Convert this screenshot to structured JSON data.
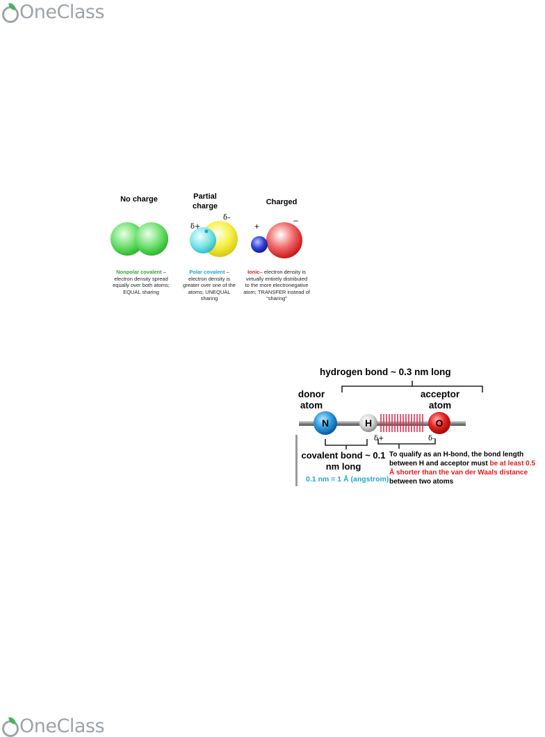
{
  "header": {
    "logo_text": "OneClass"
  },
  "footer": {
    "logo_text": "OneClass"
  },
  "figure_charge": {
    "columns": [
      {
        "title": "No charge",
        "term": "Nonpolar covalent",
        "desc": " – electron density spread equally over both atoms; EQUAL sharing"
      },
      {
        "title": "Partial charge",
        "term": "Polar covalent",
        "desc": " – electron density is greater over one of the atoms; UNEQUAL sharing",
        "delta_plus": "δ+",
        "delta_minus": "δ–"
      },
      {
        "title": "Charged",
        "term": "Ionic",
        "desc": "– electron density is virtually entirely distributed to the more electronegative atom; TRANSFER instead of “sharing”",
        "plus": "+",
        "minus": "–"
      }
    ],
    "colors": {
      "green": "#2ea82e",
      "cyan": "#1fa0d8",
      "yellow": "#f4ef2a",
      "red": "#d42020",
      "blue": "#2430c8"
    }
  },
  "figure_hbond": {
    "title": "hydrogen bond ~ 0.3 nm long",
    "donor_label": "donor atom",
    "acceptor_label": "acceptor atom",
    "atoms": {
      "n": "N",
      "h": "H",
      "o": "O"
    },
    "delta_plus": "δ+",
    "delta_minus": "δ–",
    "covalent_label": "covalent bond ~ 0.1 nm long",
    "conversion": "0.1 nm = 1 Å (angstrom)",
    "note_prefix": "To qualify as an H-bond, the bond length between H and acceptor must ",
    "note_highlight": "be at least 0.5 Å shorter than the van der Waals distance",
    "note_suffix": " between two atoms",
    "colors": {
      "nitrogen": "#1a8fd8",
      "hydrogen": "#d0d0d0",
      "oxygen": "#e01818",
      "hbond": "#e03050"
    }
  }
}
